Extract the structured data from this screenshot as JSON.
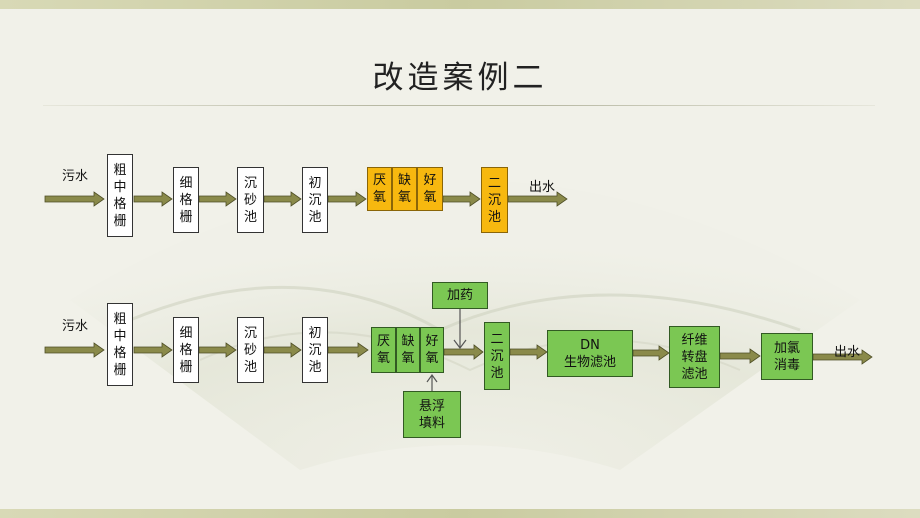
{
  "title": "改造案例二",
  "row1": {
    "inlet": "污水",
    "coarse_screen": "粗中格栅",
    "fine_screen": "细格栅",
    "grit": "沉砂池",
    "primary": "初沉池",
    "anaerobic": "厌氧",
    "anoxic": "缺氧",
    "aerobic": "好氧",
    "secondary": "二沉池",
    "outlet": "出水"
  },
  "row2": {
    "inlet": "污水",
    "coarse_screen": "粗中格栅",
    "fine_screen": "细格栅",
    "grit": "沉砂池",
    "primary": "初沉池",
    "anaerobic": "厌氧",
    "anoxic": "缺氧",
    "aerobic": "好氧",
    "dosing": "加药",
    "media": "悬浮填料",
    "secondary": "二沉池",
    "dn_line1": "DN",
    "dn_line2": "生物滤池",
    "disc_filter": "纤维转盘滤池",
    "disinfection": "加氯消毒",
    "outlet": "出水"
  },
  "colors": {
    "arrow_fill": "#8a8a4a",
    "orange_stage": "#f7b80f",
    "green_stage": "#7bc753",
    "background": "#f1f1e9"
  }
}
